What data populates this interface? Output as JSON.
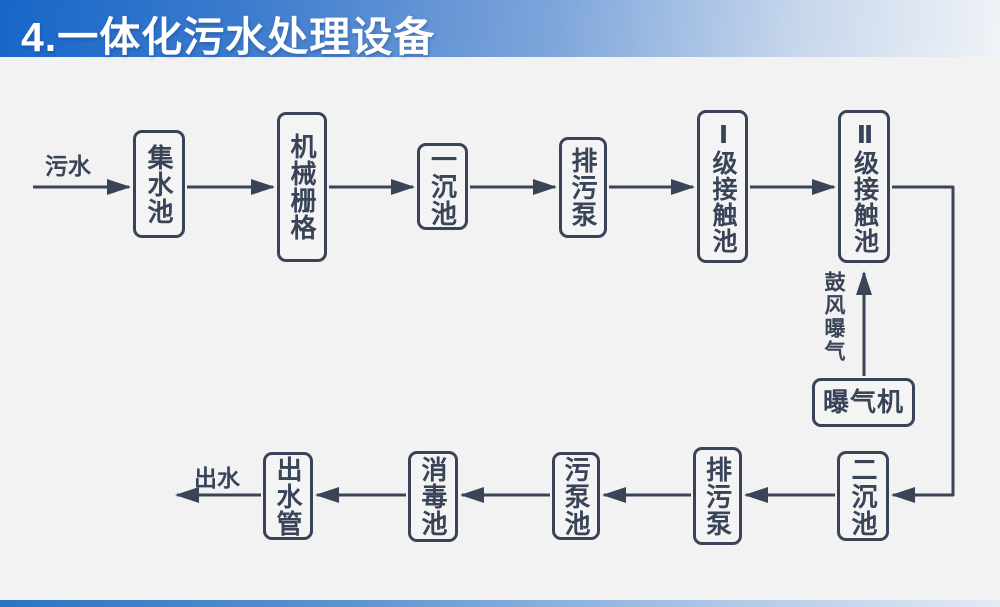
{
  "header": {
    "title": "4.一体化污水处理设备"
  },
  "diagram": {
    "inflow_label": "污水",
    "outflow_label": "出水",
    "aeration_label": "鼓风曝气",
    "nodes": {
      "collection_tank": "集水池",
      "mechanical_screen": "机械栅格",
      "primary_sedimentation_tank": "一沉池",
      "sewage_pump_top": "排污泵",
      "level1_contact_tank": "Ⅰ级接触池",
      "level2_contact_tank": "Ⅱ级接触池",
      "aerator": "曝气机",
      "secondary_sedimentation_tank": "二沉池",
      "sewage_pump_bottom": "排污泵",
      "sewage_pump_tank": "污泵池",
      "disinfection_tank": "消毒池",
      "outlet_pipe": "出水管"
    },
    "flow_order": [
      "污水",
      "集水池",
      "机械栅格",
      "一沉池",
      "排污泵",
      "Ⅰ级接触池",
      "Ⅱ级接触池",
      "二沉池",
      "排污泵",
      "污泵池",
      "消毒池",
      "出水管",
      "出水"
    ],
    "aeration_flow": [
      "曝气机",
      "鼓风曝气",
      "Ⅱ级接触池"
    ],
    "colors": {
      "line_ink": "#3a4458",
      "header_blue_left": "#1766c8",
      "header_fade_right": "#f0f3f7",
      "footer_blue_left": "#2b74c4",
      "background": "#f2f2f3"
    }
  }
}
